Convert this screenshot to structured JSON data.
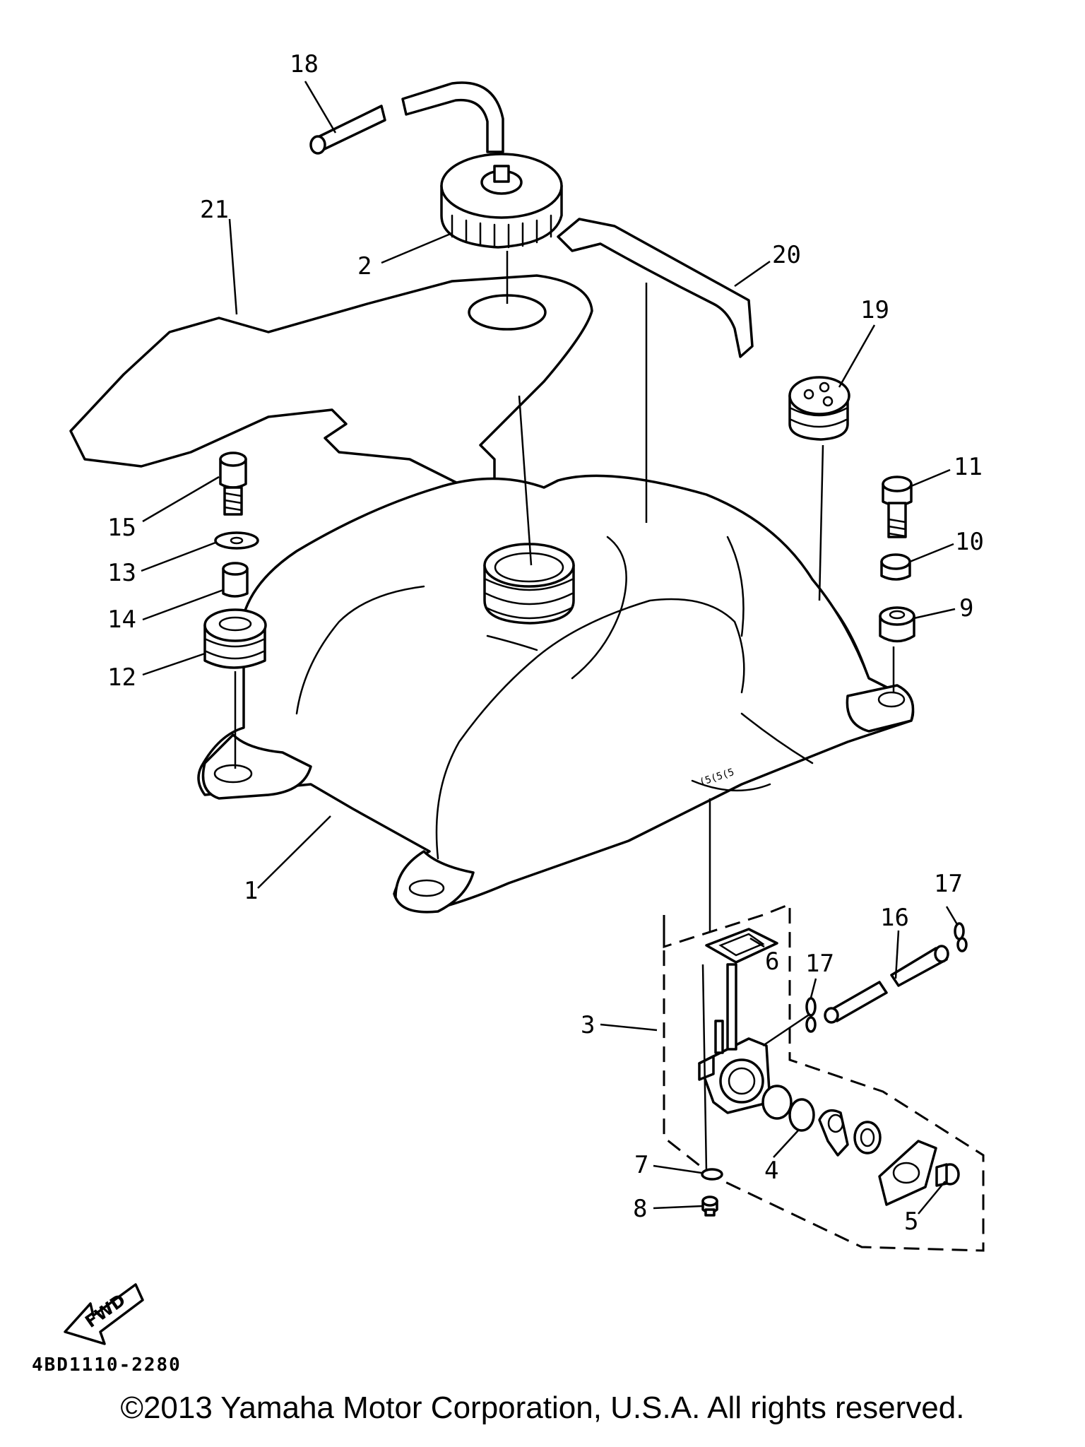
{
  "diagram": {
    "callouts": {
      "p1": "1",
      "p2": "2",
      "p3": "3",
      "p4": "4",
      "p5": "5",
      "p6": "6",
      "p7": "7",
      "p8": "8",
      "p9": "9",
      "p10": "10",
      "p11": "11",
      "p12": "12",
      "p13": "13",
      "p14": "14",
      "p15": "15",
      "p16": "16",
      "p17a": "17",
      "p17b": "17",
      "p18": "18",
      "p19": "19",
      "p20": "20",
      "p21": "21"
    },
    "fwd_label": "FWD",
    "part_code": "4BD1110-2280"
  },
  "footer": {
    "copyright": "©2013 Yamaha Motor Corporation, U.S.A. All rights reserved."
  }
}
